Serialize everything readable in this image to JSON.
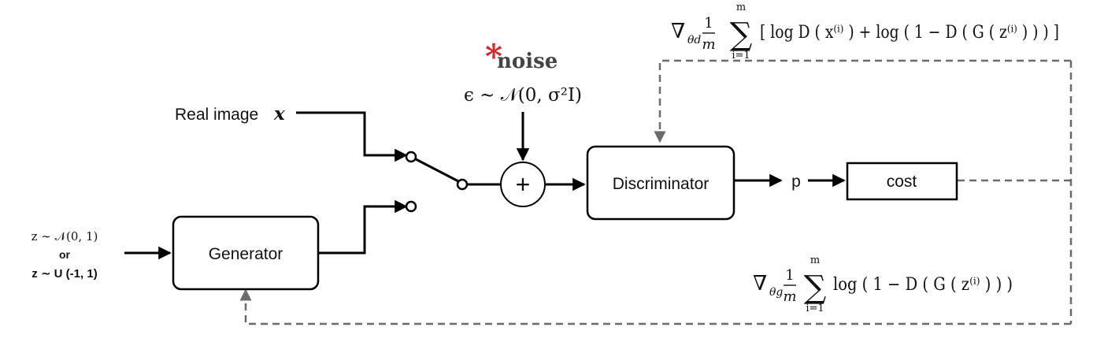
{
  "labels": {
    "real_image": "Real image",
    "real_image_var": "x",
    "noise_star": "*",
    "noise_title": "noise",
    "noise_dist": "ϵ ∼ 𝒩(0, σ²I)",
    "adder_symbol": "+",
    "discriminator": "Discriminator",
    "p": "p",
    "cost": "cost",
    "generator": "Generator",
    "z_normal": "z ∼ 𝒩(0, 1)",
    "z_or": "or",
    "z_uniform": "z ∼ U (-1, 1)"
  },
  "formulas": {
    "discriminator_grad": {
      "nabla": "∇",
      "subscript": "θd",
      "fraction_num": "1",
      "fraction_den": "m",
      "sum": "∑",
      "sum_top": "m",
      "sum_bottom": "i=1",
      "body": "[ log D ( x⁽ⁱ⁾ ) + log ( 1 − D ( G ( z⁽ⁱ⁾ ) ) ) ]"
    },
    "generator_grad": {
      "nabla": "∇",
      "subscript": "θg",
      "fraction_num": "1",
      "fraction_den": "m",
      "sum": "∑",
      "sum_top": "m",
      "sum_bottom": "i=1",
      "body": "log ( 1 − D ( G ( z⁽ⁱ⁾ ) ) )"
    }
  },
  "colors": {
    "noise_star": "#d62a2a",
    "noise_title": "#444444",
    "feedback_dash": "#6b6b6b",
    "line": "#000000"
  }
}
